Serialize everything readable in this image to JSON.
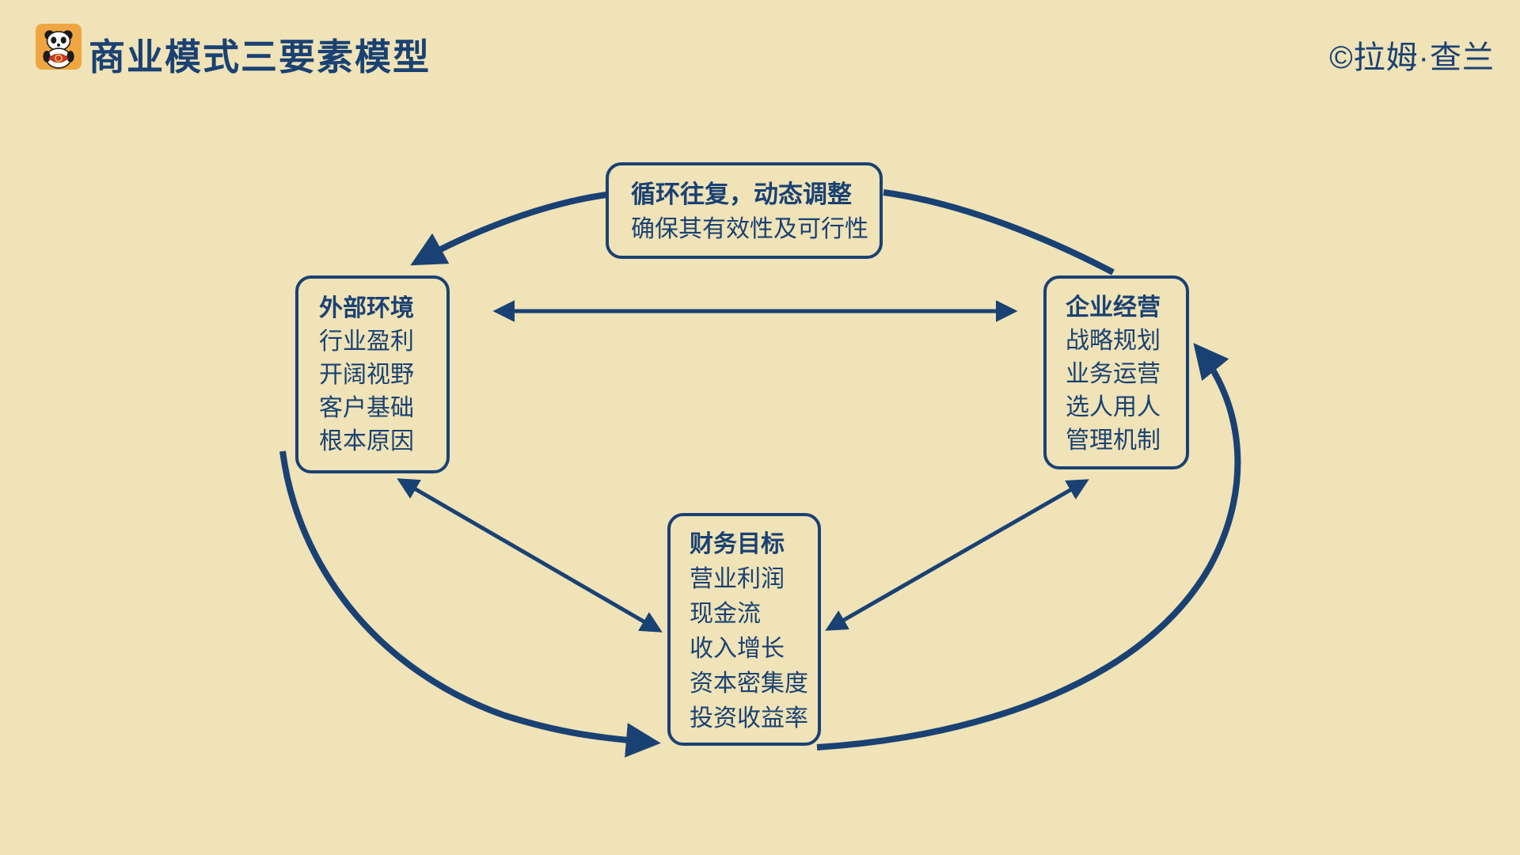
{
  "colors": {
    "background": "#EFE3B7",
    "ink": "#1A4173",
    "logo_orange": "#F0A640",
    "logo_red": "#D6342C"
  },
  "header": {
    "title": "商业模式三要素模型",
    "credit": "©拉姆·查兰"
  },
  "diagram": {
    "cycle_note": {
      "title": "循环往复，动态调整",
      "subtitle": "确保其有效性及可行性"
    },
    "nodes": [
      {
        "id": "external-environment",
        "title": "外部环境",
        "items": [
          "行业盈利",
          "开阔视野",
          "客户基础",
          "根本原因"
        ]
      },
      {
        "id": "business-operation",
        "title": "企业经营",
        "items": [
          "战略规划",
          "业务运营",
          "选人用人",
          "管理机制"
        ]
      },
      {
        "id": "financial-goals",
        "title": "财务目标",
        "items": [
          "营业利润",
          "现金流",
          "收入增长",
          "资本密集度",
          "投资收益率"
        ]
      }
    ]
  }
}
